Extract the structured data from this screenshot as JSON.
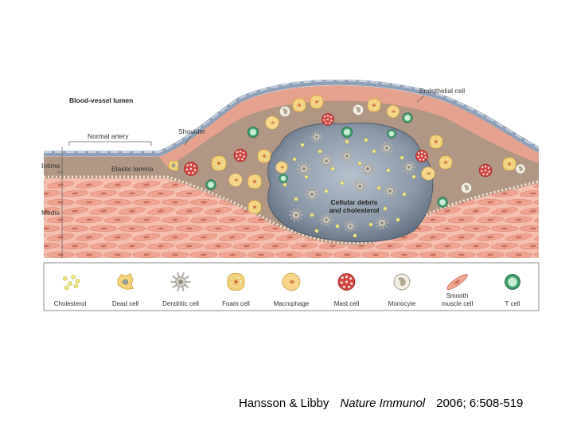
{
  "labels": {
    "blood_vessel_lumen": "Blood-vessel lumen",
    "normal_artery": "Normal artery",
    "shoulder": "Shoulder",
    "endothelial_cell": "Endothelial cell",
    "intima": "Intima",
    "elastic_lamina": "Elastic lamina",
    "media": "Media",
    "core_line1": "Cellular debris",
    "core_line2": "and cholesterol"
  },
  "legend": {
    "items": [
      {
        "line1": "Cholesterol",
        "line2": "",
        "icon": "cholesterol-icon"
      },
      {
        "line1": "Dead cell",
        "line2": "",
        "icon": "dead-cell-icon"
      },
      {
        "line1": "Dendritic cell",
        "line2": "",
        "icon": "dendritic-cell-icon"
      },
      {
        "line1": "Foam cell",
        "line2": "",
        "icon": "foam-cell-icon"
      },
      {
        "line1": "Macrophage",
        "line2": "",
        "icon": "macrophage-icon"
      },
      {
        "line1": "Mast cell",
        "line2": "",
        "icon": "mast-cell-icon"
      },
      {
        "line1": "Monocyte",
        "line2": "",
        "icon": "monocyte-icon"
      },
      {
        "line1": "Smooth",
        "line2": "muscle cell",
        "icon": "smooth-muscle-cell-icon"
      },
      {
        "line1": "T cell",
        "line2": "",
        "icon": "t-cell-icon"
      }
    ]
  },
  "citation": {
    "authors": "Hansson & Libby",
    "journal": "Nature Immunol",
    "ref": "2006; 6:508-519"
  },
  "colors": {
    "media": "#f4c0ad",
    "smooth_muscle": "#eea48f",
    "intima": "#b19683",
    "core": "#8795a6",
    "endothelium": "#8ea1b8",
    "foam_cell": "#f6d27a",
    "mast_cell": "#d8433c",
    "t_cell": "#3e9f6a"
  }
}
